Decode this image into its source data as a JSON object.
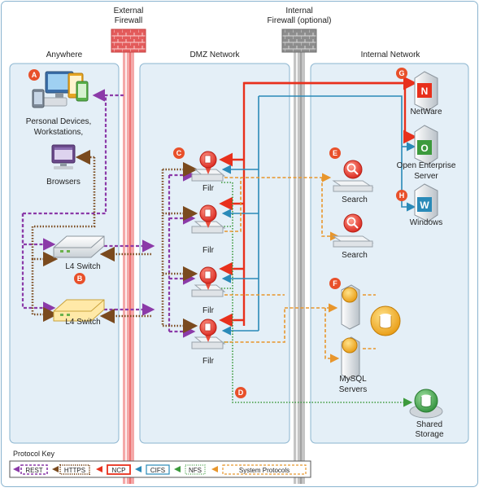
{
  "firewalls": {
    "external": [
      "External",
      "Firewall"
    ],
    "internal": [
      "Internal",
      "Firewall (optional)"
    ]
  },
  "zones": {
    "anywhere": "Anywhere",
    "dmz": "DMZ Network",
    "internal": "Internal Network"
  },
  "badges": [
    "A",
    "B",
    "C",
    "D",
    "E",
    "F",
    "G",
    "H"
  ],
  "anywhere": {
    "devices_label": [
      "Personal Devices,",
      "Workstations,"
    ],
    "browsers_label": "Browsers",
    "l4_switch_1": "L4 Switch",
    "l4_switch_2": "L4 Switch"
  },
  "dmz": {
    "filr_label": "Filr"
  },
  "internal": {
    "netware": "NetWare",
    "oes": [
      "Open Enterprise",
      "Server"
    ],
    "windows": "Windows",
    "search": "Search",
    "mysql": [
      "MySQL",
      "Servers"
    ],
    "shared_storage": [
      "Shared",
      "Storage"
    ]
  },
  "protocol_key": {
    "title": "Protocol Key",
    "items": [
      "REST",
      "HTTPS",
      "NCP",
      "CIFS",
      "NFS",
      "System Protocols"
    ]
  },
  "colors": {
    "rest": "#8b3aa8",
    "https": "#7a4a1e",
    "ncp": "#e8301c",
    "cifs": "#2a8ab8",
    "nfs": "#3c9a3c",
    "system": "#e8962c",
    "zone_fill": "#e4eff7",
    "zone_stroke": "#8ab4cf"
  }
}
